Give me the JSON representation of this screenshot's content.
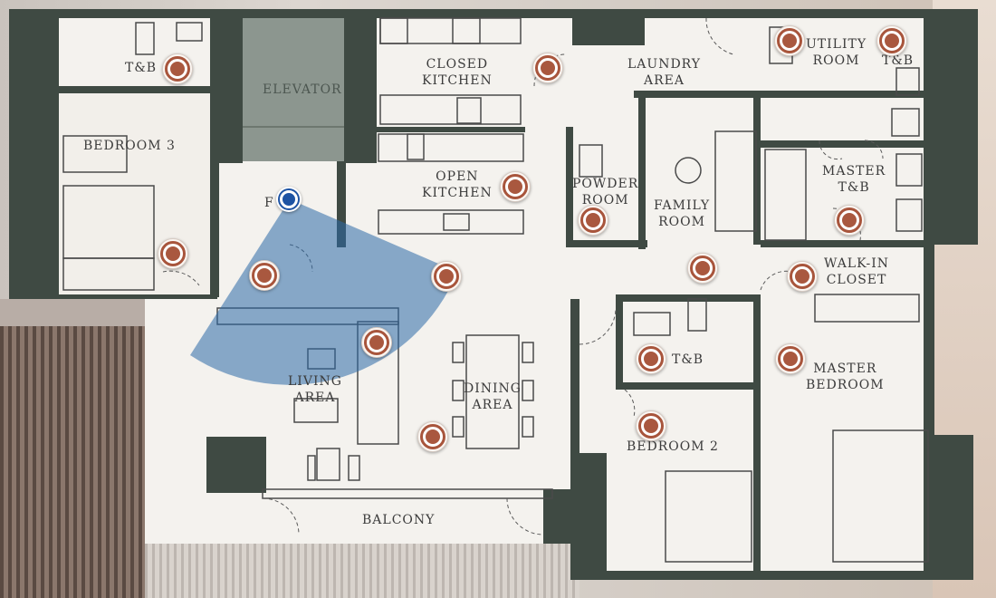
{
  "colors": {
    "wall": "#3f4a43",
    "floor": "#f4f2ee",
    "hotspot": "#a9583f",
    "current": "#1d53a3",
    "view_cone": "#2c6aa8"
  },
  "rooms": {
    "tb_top_left": "T&B",
    "elevator": "ELEVATOR",
    "closed_kitchen": "CLOSED\nKITCHEN",
    "laundry_area": "LAUNDRY\nAREA",
    "utility_room": "UTILITY\nROOM",
    "tb_utility": "T&B",
    "bedroom_3": "BEDROOM 3",
    "open_kitchen": "OPEN\nKITCHEN",
    "powder_room": "POWDER\nROOM",
    "family_room": "FAMILY\nROOM",
    "master_tb": "MASTER\nT&B",
    "foyer": "F    R",
    "walk_in_closet": "WALK-IN\nCLOSET",
    "living_area": "LIVING\nAREA",
    "dining_area": "DINING\nAREA",
    "tb_middle": "T&B",
    "master_bedroom": "MASTER\nBEDROOM",
    "bedroom_2": "BEDROOM 2",
    "balcony": "BALCONY"
  },
  "hotspot_icon": "panorama-hotspot-icon",
  "current_icon": "current-location-icon"
}
